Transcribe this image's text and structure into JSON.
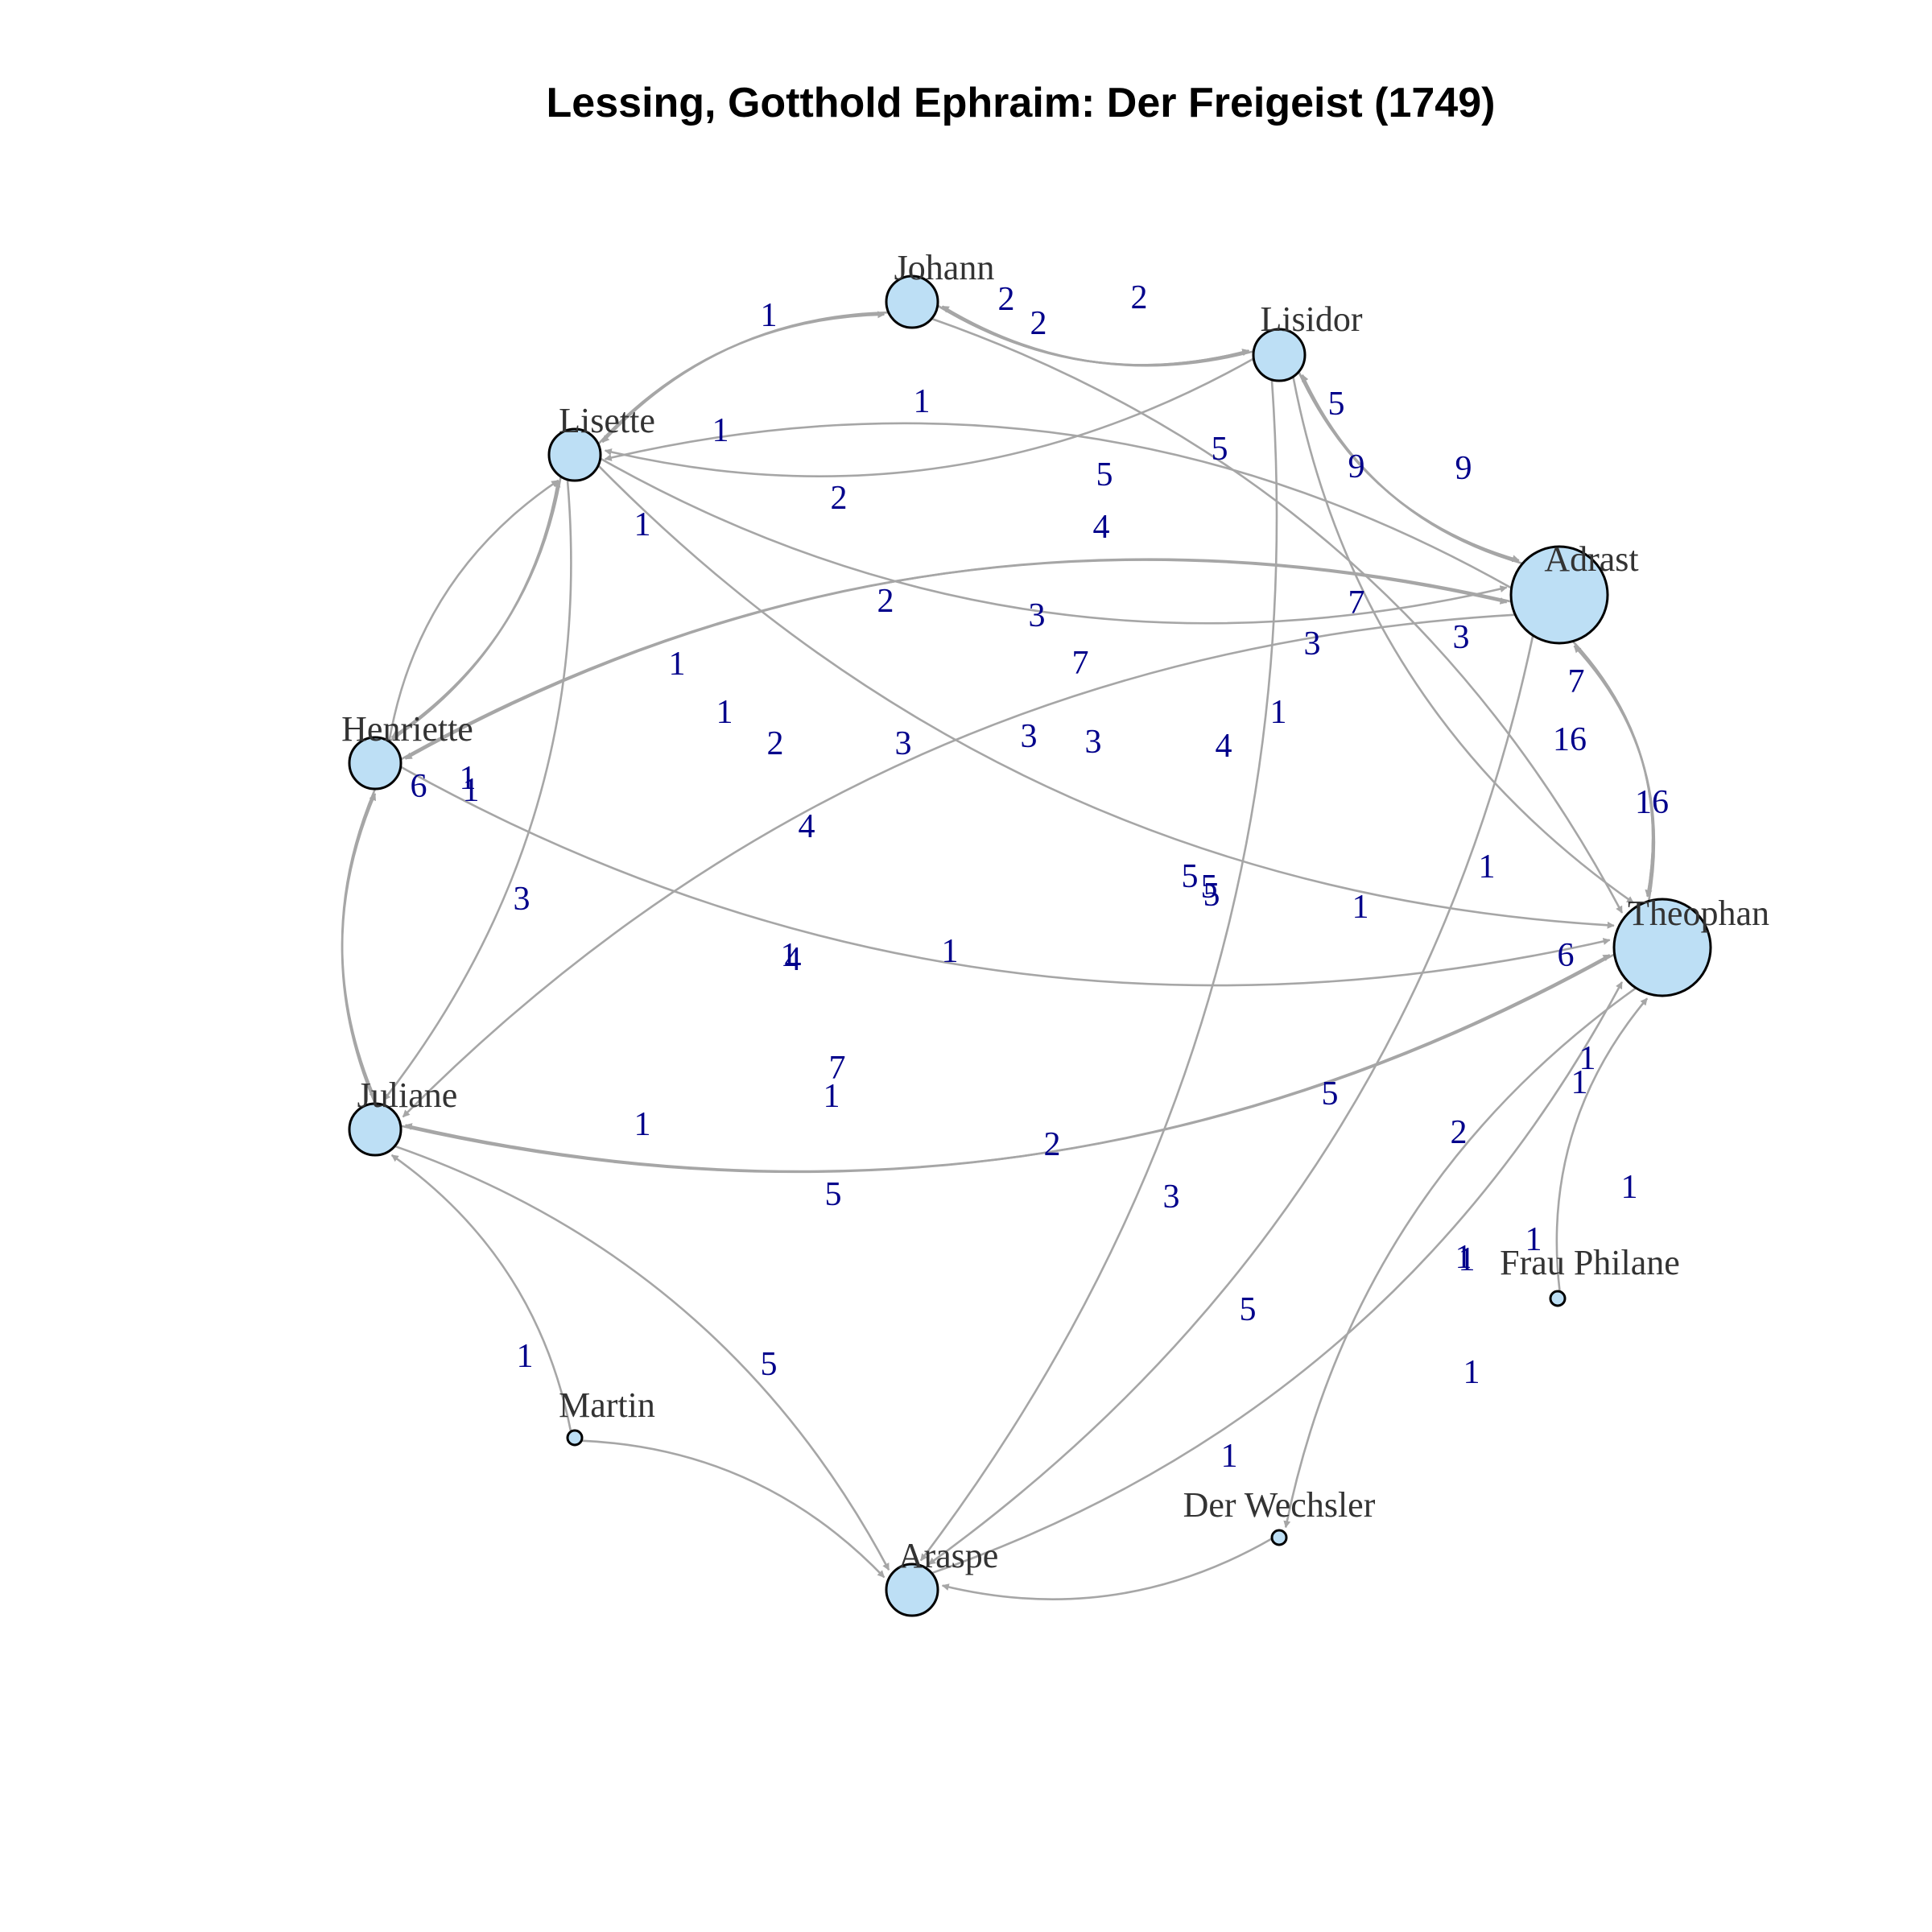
{
  "title": "Lessing, Gotthold Ephraim: Der Freigeist (1749)",
  "colors": {
    "node_fill": "#bddff5",
    "edge": "#a6a6a6",
    "edge_label": "#00008b",
    "node_label": "#333333"
  },
  "nodes": [
    {
      "id": "Johann",
      "label": "Johann",
      "size": "medium"
    },
    {
      "id": "Lisidor",
      "label": "Lisidor",
      "size": "medium"
    },
    {
      "id": "Lisette",
      "label": "Lisette",
      "size": "medium"
    },
    {
      "id": "Adrast",
      "label": "Adrast",
      "size": "large"
    },
    {
      "id": "Henriette",
      "label": "Henriette",
      "size": "medium"
    },
    {
      "id": "Theophan",
      "label": "Theophan",
      "size": "large"
    },
    {
      "id": "Juliane",
      "label": "Juliane",
      "size": "medium"
    },
    {
      "id": "Frau Philane",
      "label": "Frau Philane",
      "size": "small"
    },
    {
      "id": "Martin",
      "label": "Martin",
      "size": "small"
    },
    {
      "id": "Araspe",
      "label": "Araspe",
      "size": "medium"
    },
    {
      "id": "Der Wechsler",
      "label": "Der Wechsler",
      "size": "small"
    }
  ],
  "edges": [
    {
      "source": "Johann",
      "target": "Lisidor",
      "weight": "2"
    },
    {
      "source": "Lisidor",
      "target": "Johann",
      "weight": "2"
    },
    {
      "source": "Johann",
      "target": "Lisidor",
      "weight": "2"
    },
    {
      "source": "Lisette",
      "target": "Johann",
      "weight": "1"
    },
    {
      "source": "Johann",
      "target": "Lisette",
      "weight": "1"
    },
    {
      "source": "Johann",
      "target": "Theophan",
      "weight": "1"
    },
    {
      "source": "Lisidor",
      "target": "Adrast",
      "weight": "5"
    },
    {
      "source": "Adrast",
      "target": "Lisidor",
      "weight": "9"
    },
    {
      "source": "Lisidor",
      "target": "Adrast",
      "weight": "9"
    },
    {
      "source": "Lisidor",
      "target": "Lisette",
      "weight": "2"
    },
    {
      "source": "Lisidor",
      "target": "Theophan",
      "weight": "7"
    },
    {
      "source": "Lisidor",
      "target": "Araspe",
      "weight": "2"
    },
    {
      "source": "Lisette",
      "target": "Adrast",
      "weight": "5"
    },
    {
      "source": "Lisette",
      "target": "Henriette",
      "weight": "5"
    },
    {
      "source": "Henriette",
      "target": "Lisette",
      "weight": "3"
    },
    {
      "source": "Henriette",
      "target": "Lisette",
      "weight": "5"
    },
    {
      "source": "Lisette",
      "target": "Theophan",
      "weight": "3"
    },
    {
      "source": "Lisette",
      "target": "Juliane",
      "weight": "1"
    },
    {
      "source": "Adrast",
      "target": "Lisette",
      "weight": "2"
    },
    {
      "source": "Adrast",
      "target": "Theophan",
      "weight": "7"
    },
    {
      "source": "Theophan",
      "target": "Adrast",
      "weight": "16"
    },
    {
      "source": "Adrast",
      "target": "Theophan",
      "weight": "16"
    },
    {
      "source": "Adrast",
      "target": "Henriette",
      "weight": "1"
    },
    {
      "source": "Henriette",
      "target": "Adrast",
      "weight": "4"
    },
    {
      "source": "Adrast",
      "target": "Juliane",
      "weight": "3"
    },
    {
      "source": "Adrast",
      "target": "Araspe",
      "weight": "5"
    },
    {
      "source": "Henriette",
      "target": "Juliane",
      "weight": "6"
    },
    {
      "source": "Juliane",
      "target": "Henriette",
      "weight": "6"
    },
    {
      "source": "Henriette",
      "target": "Theophan",
      "weight": "4"
    },
    {
      "source": "Theophan",
      "target": "Juliane",
      "weight": "5"
    },
    {
      "source": "Juliane",
      "target": "Theophan",
      "weight": "5"
    },
    {
      "source": "Juliane",
      "target": "Araspe",
      "weight": "1"
    },
    {
      "source": "Martin",
      "target": "Juliane",
      "weight": "1"
    },
    {
      "source": "Martin",
      "target": "Araspe",
      "weight": "7"
    },
    {
      "source": "Araspe",
      "target": "Theophan",
      "weight": "5"
    },
    {
      "source": "Frau Philane",
      "target": "Theophan",
      "weight": "1"
    },
    {
      "source": "Theophan",
      "target": "Der Wechsler",
      "weight": "1"
    },
    {
      "source": "Der Wechsler",
      "target": "Araspe",
      "weight": "5"
    }
  ],
  "edge_labels": [
    {
      "text": "2"
    },
    {
      "text": "2"
    },
    {
      "text": "2"
    },
    {
      "text": "1"
    },
    {
      "text": "1"
    },
    {
      "text": "1"
    },
    {
      "text": "5"
    },
    {
      "text": "9"
    },
    {
      "text": "9"
    },
    {
      "text": "2"
    },
    {
      "text": "5"
    },
    {
      "text": "5"
    },
    {
      "text": "3"
    },
    {
      "text": "1"
    },
    {
      "text": "4"
    },
    {
      "text": "2"
    },
    {
      "text": "7"
    },
    {
      "text": "3"
    },
    {
      "text": "3"
    },
    {
      "text": "7"
    },
    {
      "text": "3"
    },
    {
      "text": "5"
    },
    {
      "text": "1"
    },
    {
      "text": "1"
    },
    {
      "text": "2"
    },
    {
      "text": "7"
    },
    {
      "text": "16"
    },
    {
      "text": "16"
    },
    {
      "text": "3"
    },
    {
      "text": "3"
    },
    {
      "text": "1"
    },
    {
      "text": "4"
    },
    {
      "text": "4"
    },
    {
      "text": "1"
    },
    {
      "text": "6"
    },
    {
      "text": "1"
    },
    {
      "text": "3"
    },
    {
      "text": "1"
    },
    {
      "text": "6"
    },
    {
      "text": "5"
    },
    {
      "text": "5"
    },
    {
      "text": "1"
    },
    {
      "text": "1"
    },
    {
      "text": "1"
    },
    {
      "text": "4"
    },
    {
      "text": "7"
    },
    {
      "text": "1"
    },
    {
      "text": "1"
    },
    {
      "text": "5"
    },
    {
      "text": "1"
    },
    {
      "text": "1"
    },
    {
      "text": "2"
    },
    {
      "text": "5"
    },
    {
      "text": "3"
    },
    {
      "text": "1"
    },
    {
      "text": "1"
    },
    {
      "text": "1"
    },
    {
      "text": "1"
    },
    {
      "text": "5"
    },
    {
      "text": "1"
    },
    {
      "text": "5"
    },
    {
      "text": "1"
    },
    {
      "text": "1"
    },
    {
      "text": "2"
    }
  ]
}
